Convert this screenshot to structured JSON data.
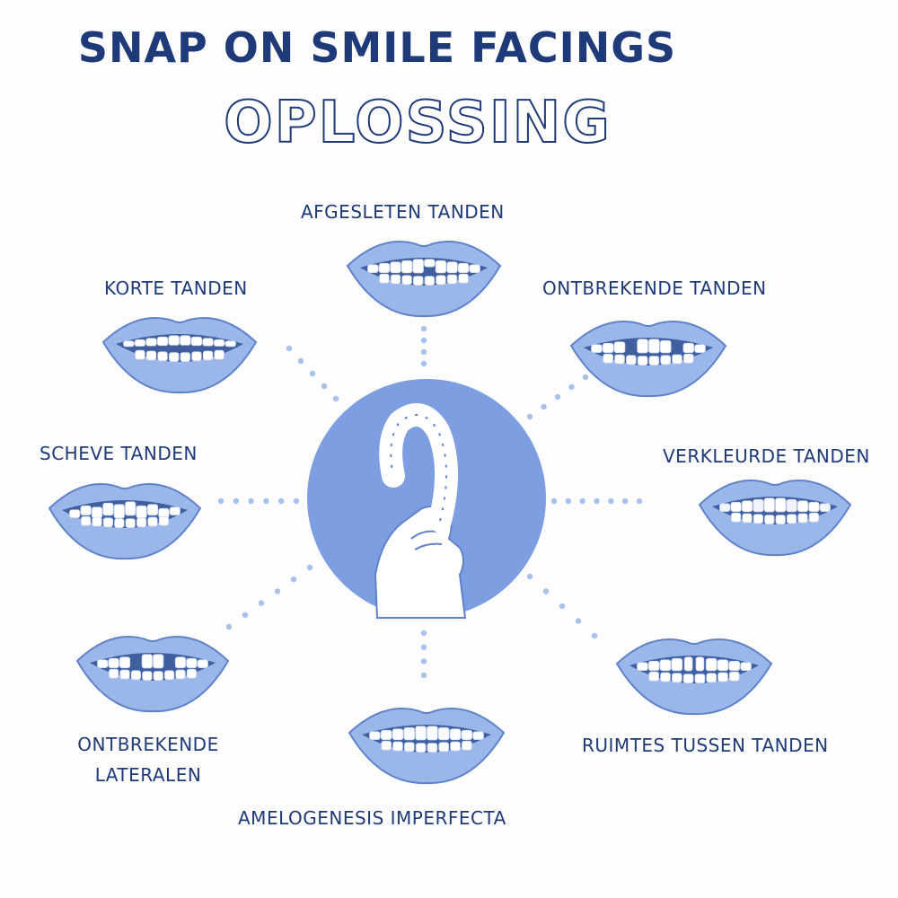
{
  "title": "SNAP ON SMILE FACINGS",
  "subtitle": "OPLOSSING",
  "colors": {
    "navy": "#1e3a78",
    "lip_blue": "#9bb7ea",
    "lip_dark": "#5f82c9",
    "center_circle": "#7d9ee0",
    "dot": "#a9c0ea",
    "tooth": "#ffffff"
  },
  "center_icon": "hand-holding-dental-aligner-icon",
  "conditions": [
    {
      "id": "afgesleten",
      "label": "AFGESLETEN TANDEN",
      "icon": "smile-worn-teeth-icon"
    },
    {
      "id": "ontbrekende",
      "label": "ONTBREKENDE TANDEN",
      "icon": "smile-missing-teeth-icon"
    },
    {
      "id": "verkleurde",
      "label": "VERKLEURDE TANDEN",
      "icon": "smile-discolored-teeth-icon"
    },
    {
      "id": "ruimtes",
      "label": "RUIMTES TUSSEN TANDEN",
      "icon": "smile-gapped-teeth-icon"
    },
    {
      "id": "amelogenesis",
      "label": "AMELOGENESIS IMPERFECTA",
      "icon": "smile-amelogenesis-icon"
    },
    {
      "id": "lateralen",
      "label_line1": "ONTBREKENDE",
      "label_line2": "LATERALEN",
      "icon": "smile-missing-laterals-icon"
    },
    {
      "id": "scheve",
      "label": "SCHEVE TANDEN",
      "icon": "smile-crooked-teeth-icon"
    },
    {
      "id": "korte",
      "label": "KORTE TANDEN",
      "icon": "smile-short-teeth-icon"
    }
  ]
}
